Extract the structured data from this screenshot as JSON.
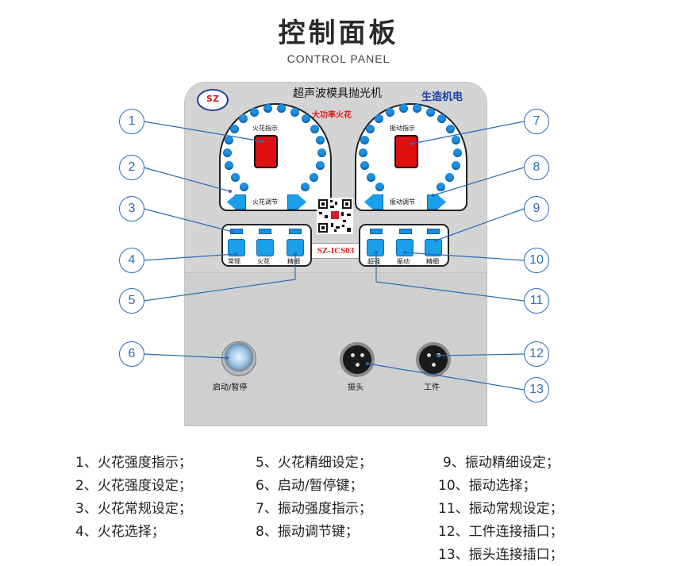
{
  "header": {
    "title": "控制面板",
    "subtitle": "CONTROL PANEL"
  },
  "panel": {
    "name": "超声波模具抛光机",
    "brand": "生造机电",
    "power_label": "大功率火花",
    "model": "SZ-ICS03",
    "logo_text": "SZ",
    "spark_indicator_label": "火花指示",
    "spark_adjust_label": "火花调节",
    "vib_indicator_label": "振动指示",
    "vib_adjust_label": "振动调节",
    "spark_buttons": [
      "常规",
      "火花",
      "精细"
    ],
    "vib_buttons": [
      "超强",
      "振动",
      "精细"
    ],
    "start_label": "启动/暂停",
    "vib_head_label": "振头",
    "workpiece_label": "工件"
  },
  "callouts": [
    "1",
    "2",
    "3",
    "4",
    "5",
    "6",
    "7",
    "8",
    "9",
    "10",
    "11",
    "12",
    "13"
  ],
  "legend": {
    "col1": [
      "1、火花强度指示；",
      "2、火花强度设定；",
      "3、火花常规设定；",
      "4、火花选择；"
    ],
    "col2": [
      "5、火花精细设定；",
      "6、启动/暂停键；",
      "7、振动强度指示；",
      "8、振动调节键；"
    ],
    "col3": [
      "9、振动精细设定；",
      "10、振动选择；",
      "11、振动常规设定；",
      "12、工件连接插口；",
      "13、振头连接插口；"
    ]
  },
  "colors": {
    "accent_blue": "#1aa0ea",
    "callout_blue": "#2d6bb5",
    "indicator_red": "#e01010",
    "brand_blue": "#1d3fa0",
    "power_red": "#d81b1b"
  }
}
